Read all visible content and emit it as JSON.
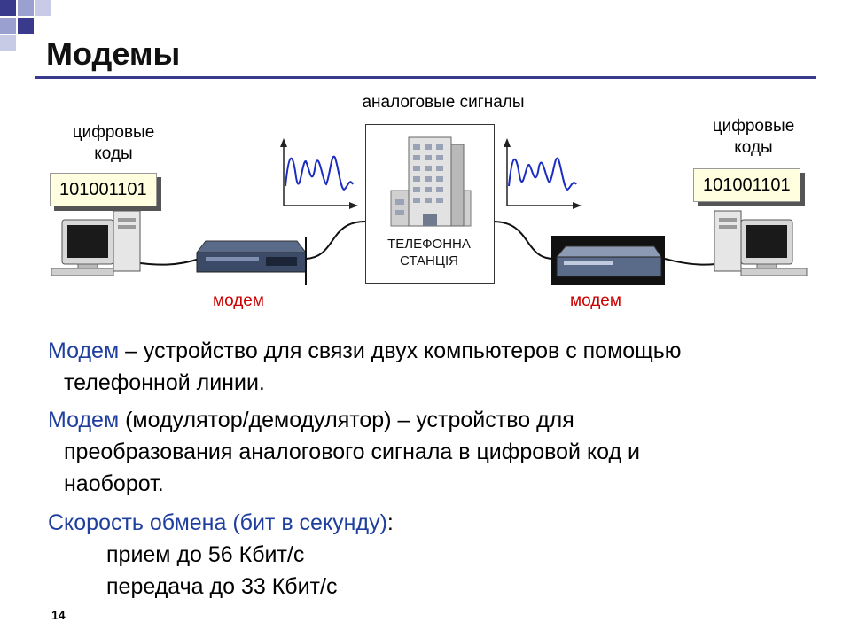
{
  "title": "Модемы",
  "diagram": {
    "analog_label": "аналоговые сигналы",
    "left_codes_label": "цифровые\nкоды",
    "right_codes_label": "цифровые\nкоды",
    "left_code": "101001101",
    "right_code": "101001101",
    "station_text": "ТЕЛЕФОННА\nСТАНЦІЯ",
    "left_modem_label": "модем",
    "right_modem_label": "модем"
  },
  "paragraphs": {
    "p1_term": "Модем",
    "p1_rest": " – устройство для связи двух компьютеров с помощью",
    "p1_cont": "телефонной линии.",
    "p2_term": "Модем",
    "p2_rest": " (модулятор/демодулятор) – устройство для",
    "p2_cont1": "преобразования аналогового сигнала в цифровой код и",
    "p2_cont2": "наоборот.",
    "p3_term": "Скорость обмена (бит в секунду)",
    "p3_colon": ":",
    "receive": "прием до  56 Кбит/с",
    "send": "передача до   33 Кбит/с"
  },
  "page_number": "14",
  "colors": {
    "accent": "#1f3f9f",
    "modem_label": "#cc0000",
    "title_rule": "#3a3a8c"
  }
}
